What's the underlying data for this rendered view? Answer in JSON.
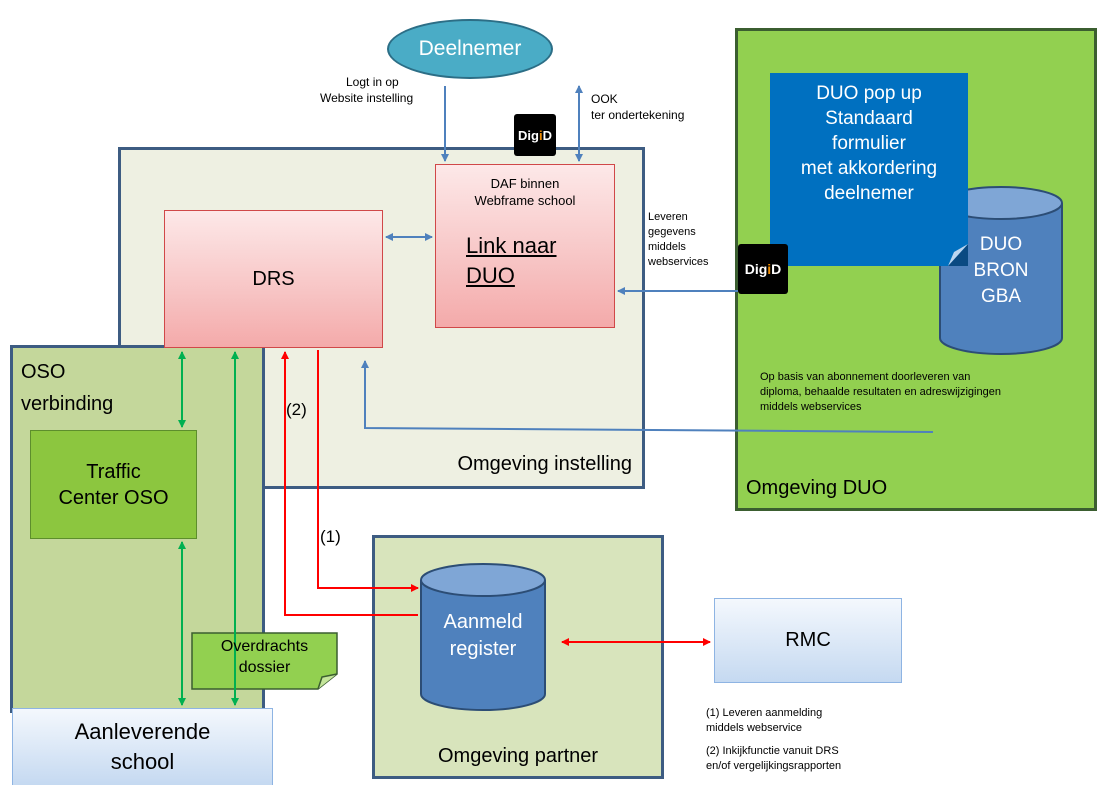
{
  "environments": {
    "instelling": "Omgeving instelling",
    "duo": "Omgeving DUO",
    "partner": "Omgeving partner",
    "oso_line1": "OSO",
    "oso_line2": "verbinding"
  },
  "deelnemer": "Deelnemer",
  "drs": "DRS",
  "daf": {
    "caption_line1": "DAF binnen",
    "caption_line2": "Webframe school",
    "link_line1": "Link naar",
    "link_line2": "DUO"
  },
  "traffic_center": {
    "line1": "Traffic",
    "line2": "Center OSO"
  },
  "aanleverende_school": {
    "line1": "Aanleverende",
    "line2": "school"
  },
  "rmc": "RMC",
  "aanmeld_register": {
    "line1": "Aanmeld",
    "line2": "register"
  },
  "duo_bron": {
    "line1": "DUO",
    "line2": "BRON",
    "line3": "GBA"
  },
  "duo_popup": {
    "line1": "DUO pop up",
    "line2": "Standaard",
    "line3": "formulier",
    "line4": "met akkordering",
    "line5": "deelnemer"
  },
  "overdrachts_dossier": {
    "line1": "Overdrachts",
    "line2": "dossier"
  },
  "digid": {
    "prefix": "Dig",
    "i": "i",
    "suffix": "D"
  },
  "annotations": {
    "logt_in_line1": "Logt in op",
    "logt_in_line2": "Website  instelling",
    "ook_line1": "OOK",
    "ook_line2": "ter ondertekening",
    "leveren_line1": "Leveren",
    "leveren_line2": "gegevens",
    "leveren_line3": "middels",
    "leveren_line4": "webservices",
    "abonnement_line1": "Op basis van abonnement doorleveren van",
    "abonnement_line2": "diploma, behaalde resultaten en adreswijzigingen",
    "abonnement_line3": "middels webservices",
    "label_1": "(1)",
    "label_2": "(2)"
  },
  "legend": {
    "item1_line1": "(1) Leveren aanmelding",
    "item1_line2": "middels webservice",
    "item2_line1": "(2) Inkijkfunctie vanuit DRS",
    "item2_line2": "en/of vergelijkingsrapporten"
  },
  "colors": {
    "blue_arrow": "#4f81bd",
    "green_arrow": "#00b050",
    "red_arrow": "#ff0000",
    "popup_blue": "#0070c0",
    "cylinder_blue": "#4f81bd",
    "duo_green": "#92d050"
  }
}
